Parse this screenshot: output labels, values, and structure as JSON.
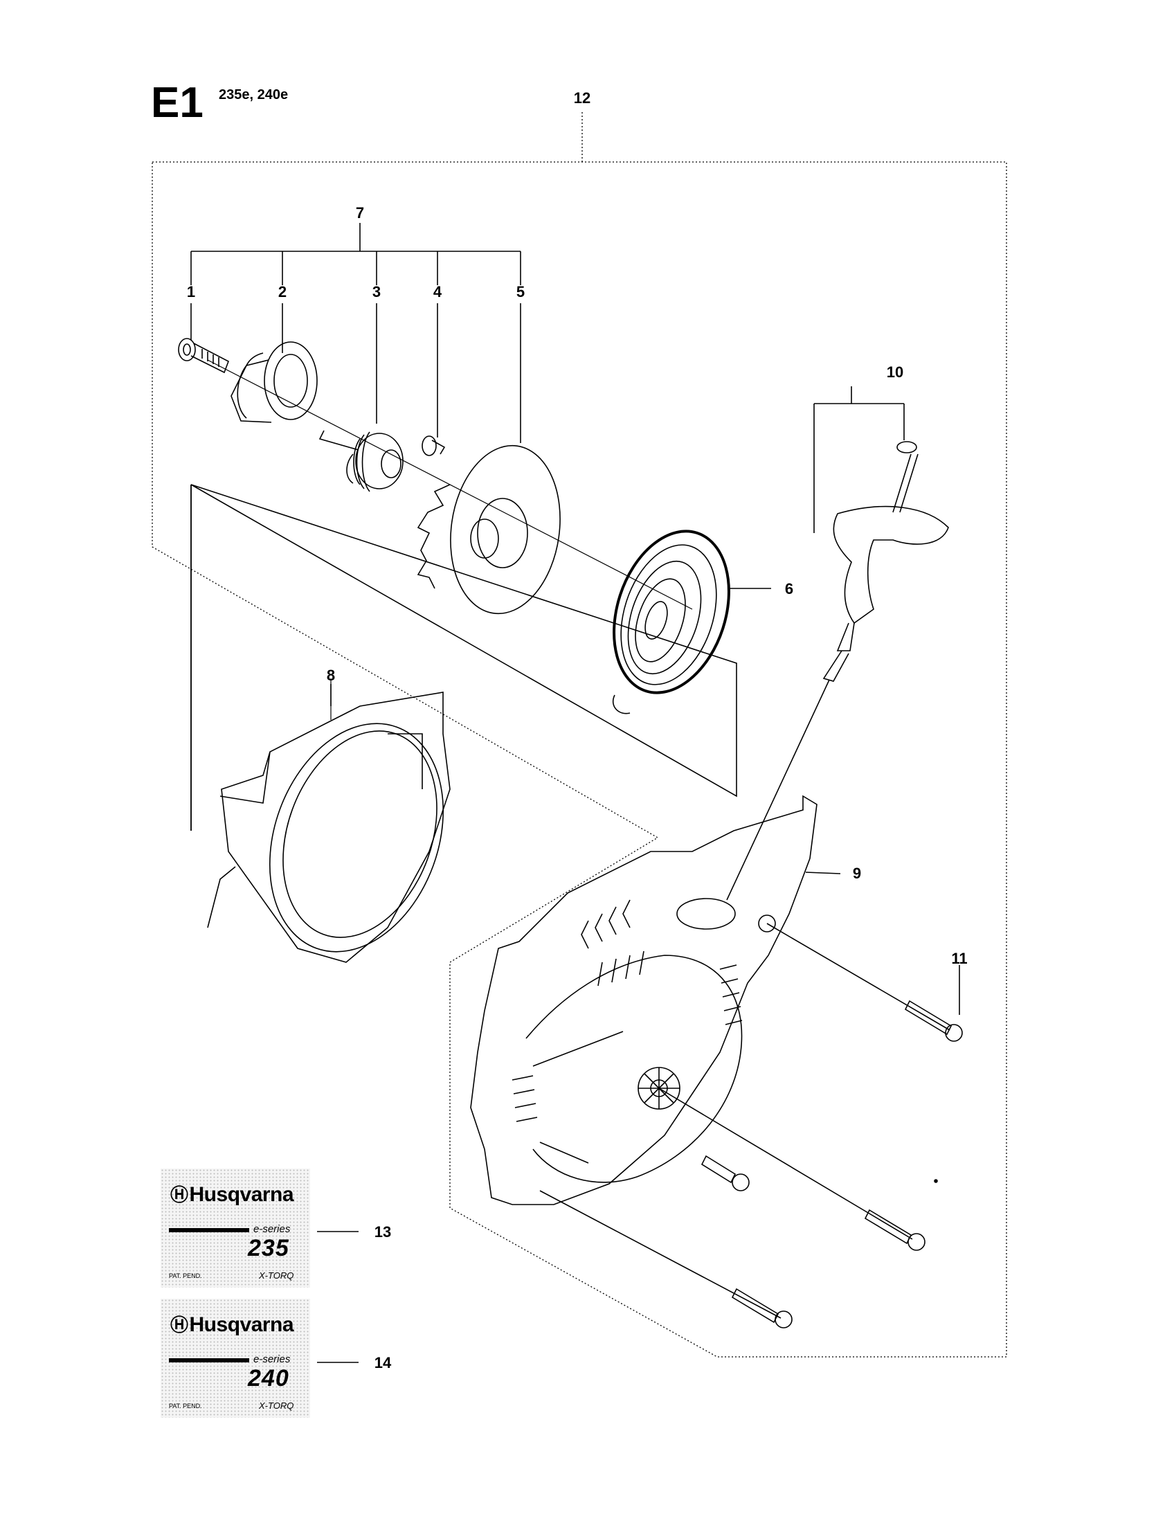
{
  "header": {
    "section_code": "E1",
    "models": "235e, 240e"
  },
  "callouts": {
    "c1": "1",
    "c2": "2",
    "c3": "3",
    "c4": "4",
    "c5": "5",
    "c6": "6",
    "c7": "7",
    "c8": "8",
    "c9": "9",
    "c10": "10",
    "c11": "11",
    "c12": "12",
    "c13": "13",
    "c14": "14"
  },
  "decals": [
    {
      "brand": "Husqvarna",
      "series": "e-series",
      "model": "235",
      "pat": "PAT. PEND.",
      "tagline": "X-TORQ"
    },
    {
      "brand": "Husqvarna",
      "series": "e-series",
      "model": "240",
      "pat": "PAT. PEND.",
      "tagline": "X-TORQ"
    }
  ]
}
